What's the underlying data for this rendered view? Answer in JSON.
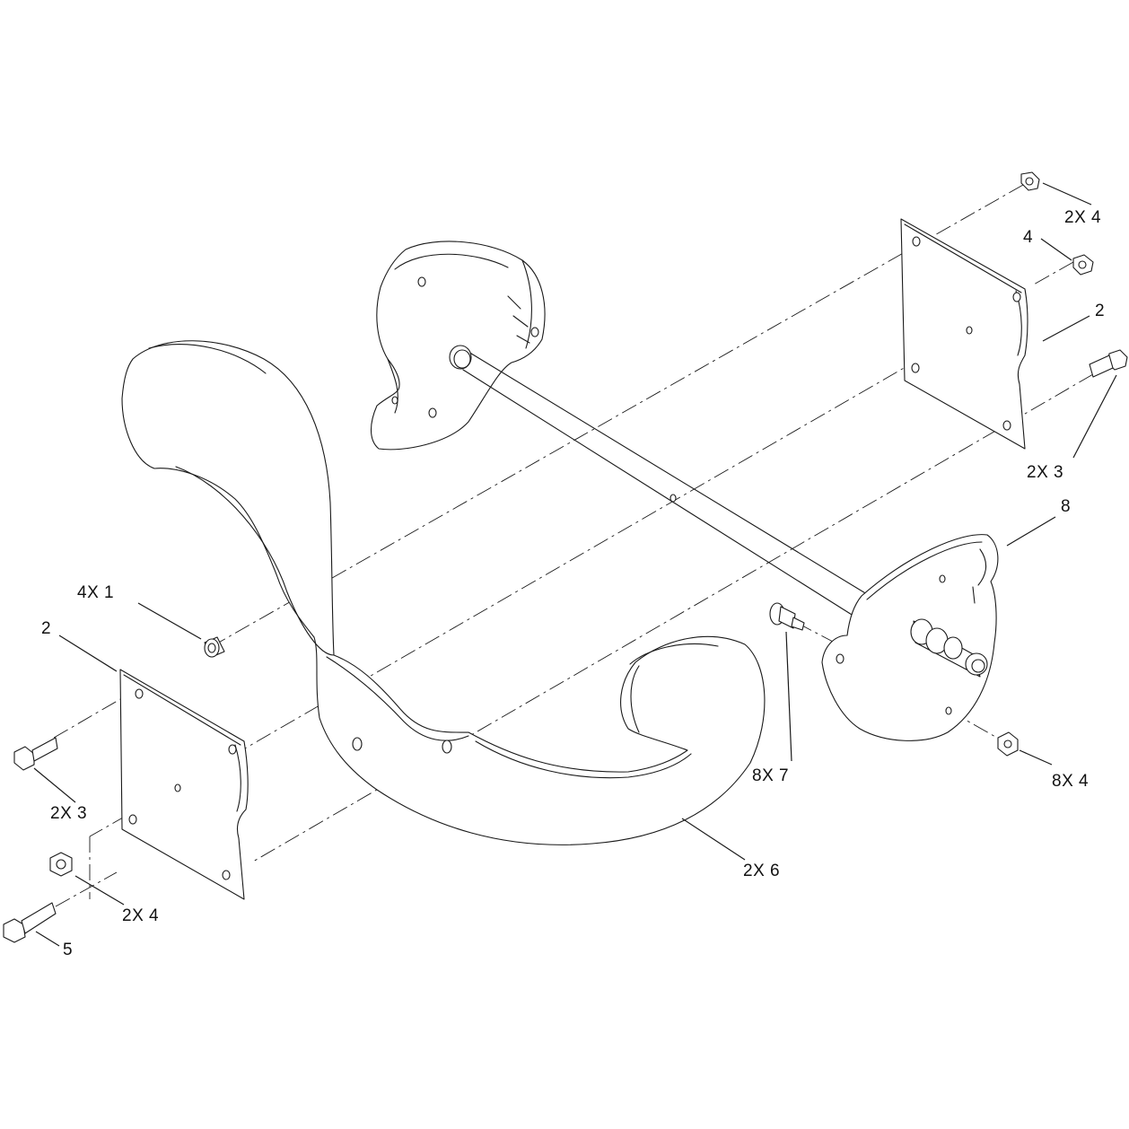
{
  "callouts": {
    "c_2x4_top": "2X 4",
    "c_4_top": "4",
    "c_2_right": "2",
    "c_2x3_right": "2X 3",
    "c_8": "8",
    "c_4x1": "4X 1",
    "c_2_left": "2",
    "c_2x3_left": "2X 3",
    "c_8x7": "8X 7",
    "c_8x4": "8X 4",
    "c_2x6": "2X 6",
    "c_2x4_left": "2X 4",
    "c_5": "5"
  }
}
